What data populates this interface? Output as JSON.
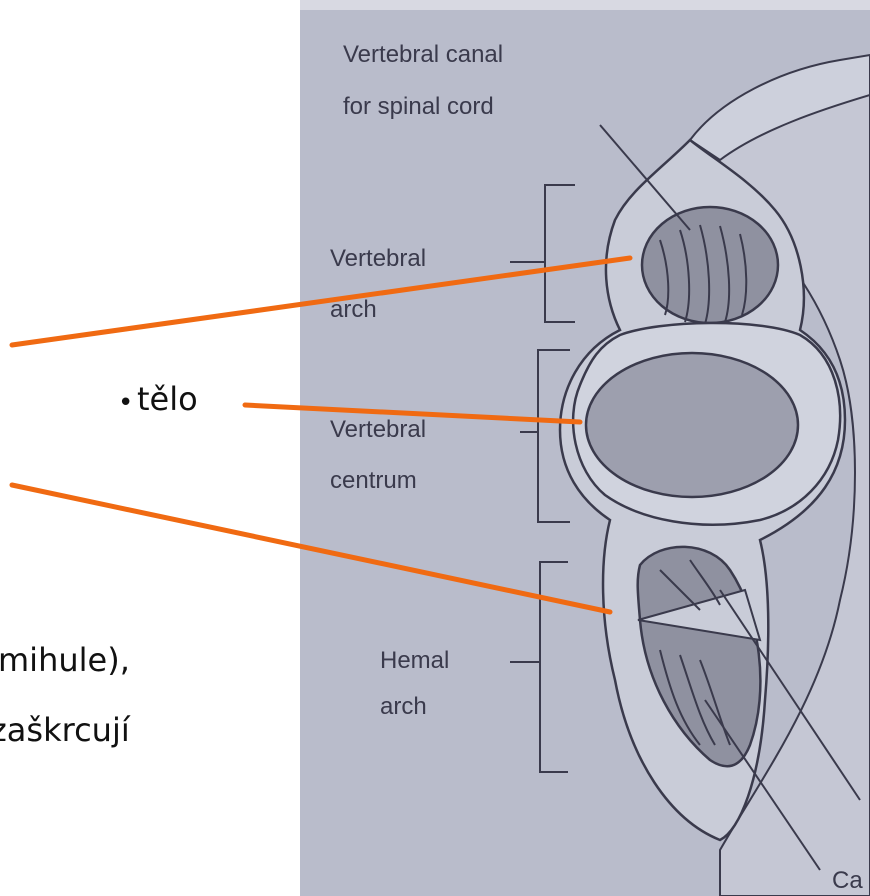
{
  "slide": {
    "bullet": "•",
    "body_label": "tělo",
    "text_line1": "mihule),",
    "text_line2": "zaškrcují"
  },
  "figure": {
    "label_canal_1": "Vertebral canal",
    "label_canal_2": "for  spinal cord",
    "label_arch_1": "Vertebral",
    "label_arch_2": "arch",
    "label_centrum_1": "Vertebral",
    "label_centrum_2": "centrum",
    "label_hemal_1": "Hemal",
    "label_hemal_2": "arch",
    "label_cut": "Ca"
  },
  "colors": {
    "photo_background": "#b9bccb",
    "pointer_lines": "#f06a12",
    "ink": "#3a3a4c"
  }
}
